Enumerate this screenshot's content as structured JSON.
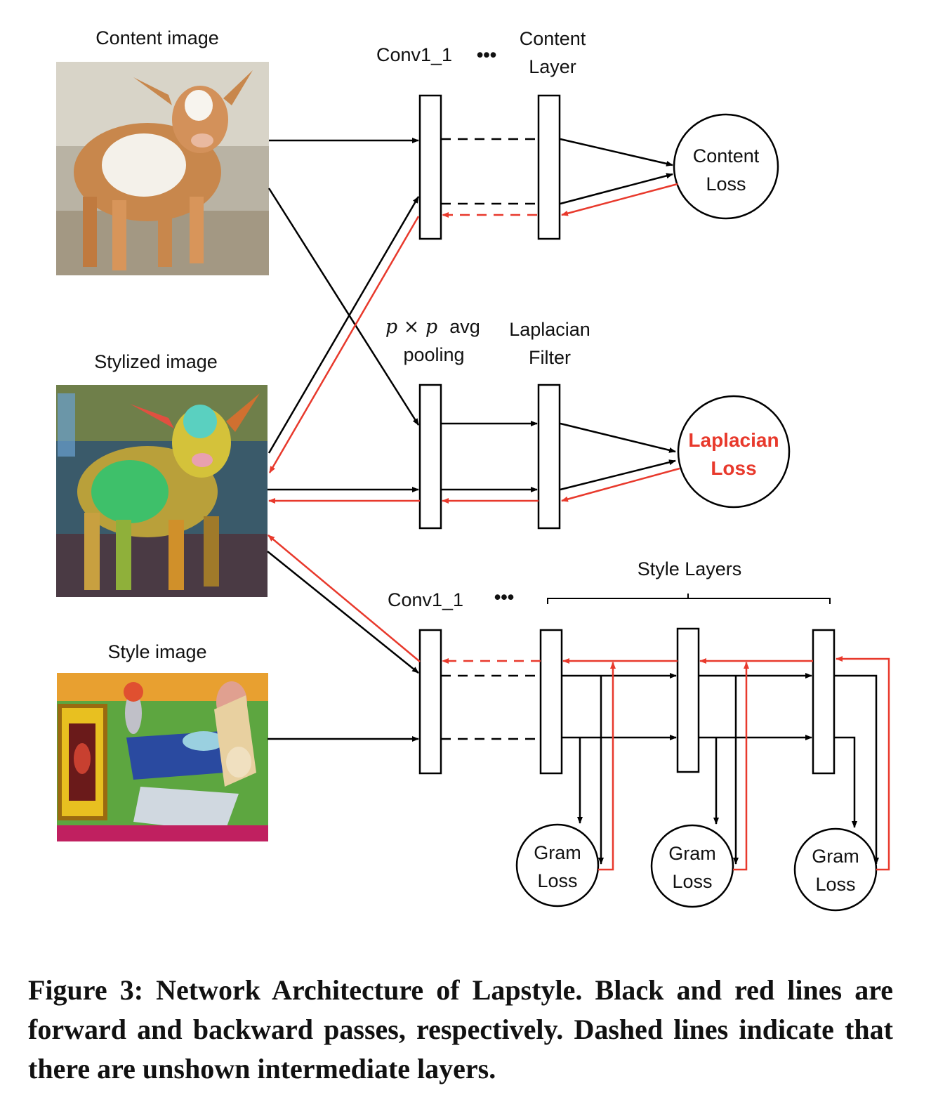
{
  "images": {
    "content": {
      "label": "Content image",
      "icon": "goat-photo"
    },
    "stylized": {
      "label": "Stylized image",
      "icon": "stylized-goat-painting"
    },
    "style": {
      "label": "Style image",
      "icon": "cubist-painting"
    }
  },
  "content_branch": {
    "conv_label": "Conv1_1",
    "dots": "•••",
    "content_layer_label": [
      "Content",
      "Layer"
    ],
    "loss_label": [
      "Content",
      "Loss"
    ]
  },
  "laplacian_branch": {
    "pool_math": "p × p",
    "pool_label": [
      "avg",
      "pooling"
    ],
    "filter_label": [
      "Laplacian",
      "Filter"
    ],
    "loss_label": [
      "Laplacian",
      "Loss"
    ]
  },
  "style_branch": {
    "conv_label": "Conv1_1",
    "dots": "•••",
    "style_layers_label": "Style Layers",
    "gram_loss_label": [
      "Gram",
      "Loss"
    ]
  },
  "colors": {
    "forward": "#000000",
    "backward": "#e8392c"
  },
  "caption": "Figure 3: Network Architecture of Lapstyle. Black and red lines are forward and backward passes, respectively. Dashed lines indicate that there are unshown intermediate layers."
}
